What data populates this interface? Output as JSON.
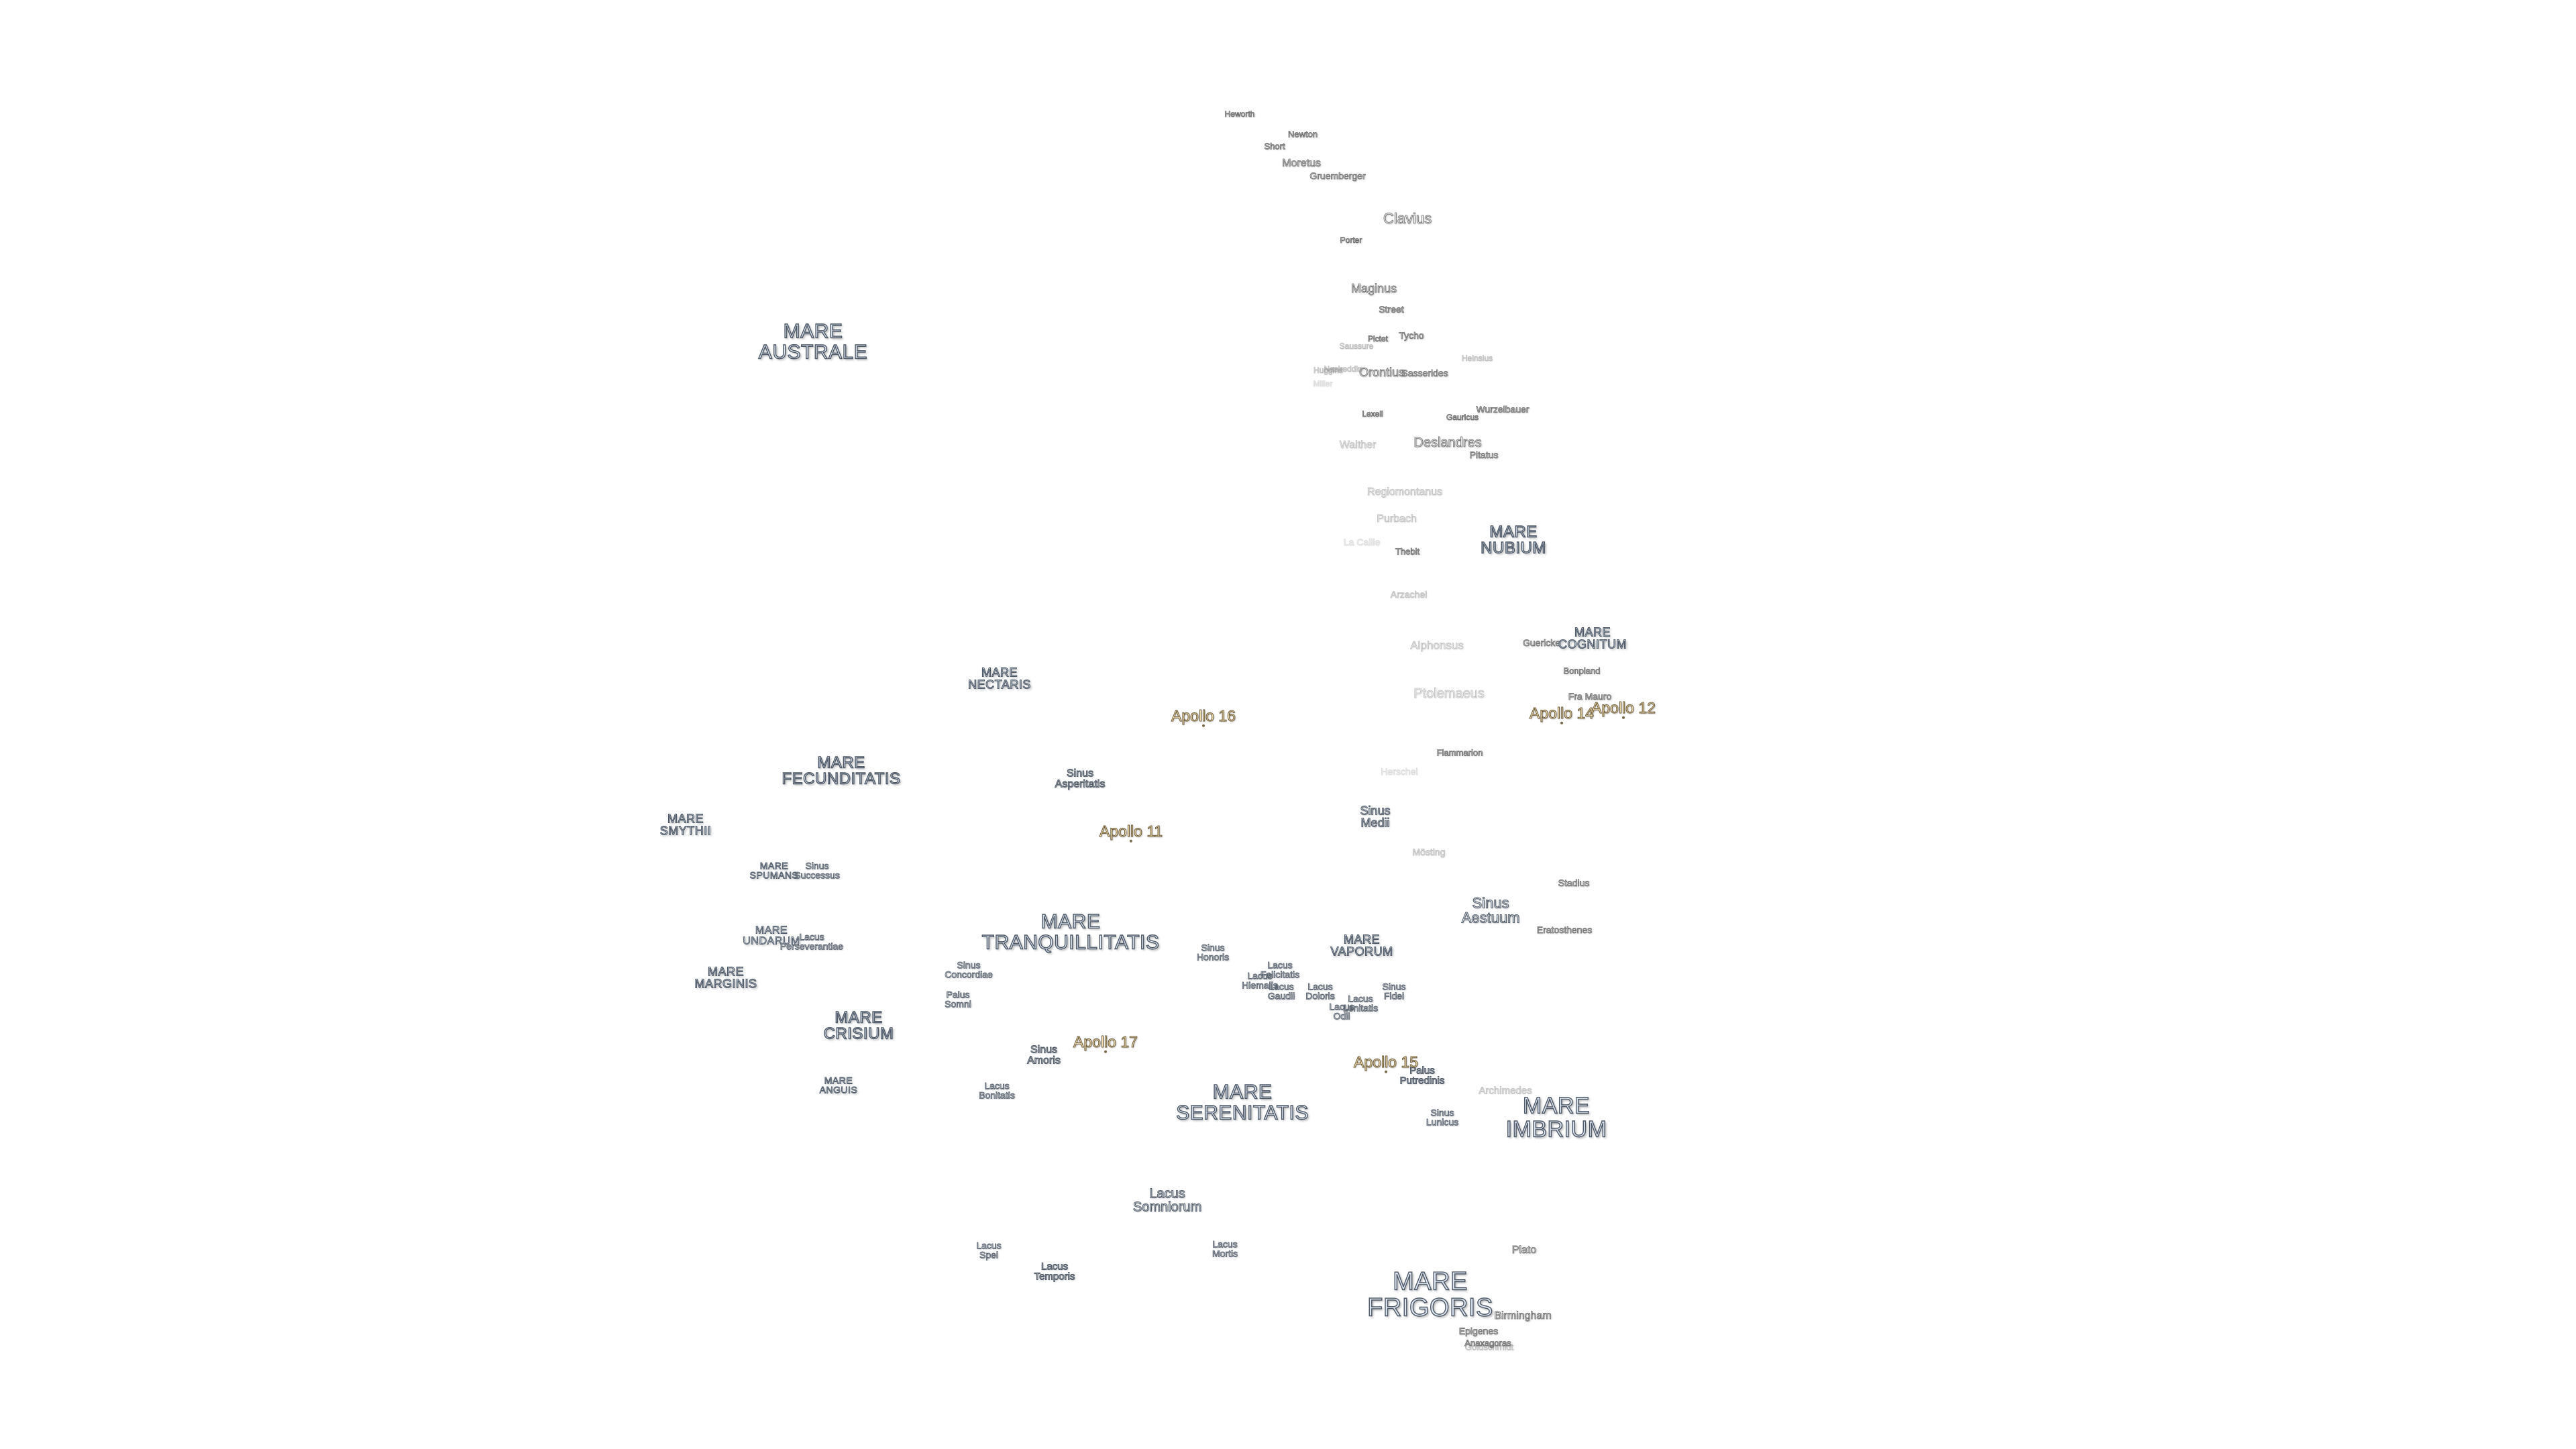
{
  "mare_labels": {
    "australe": [
      "MARE",
      "AUSTRALE"
    ],
    "nubium": [
      "MARE",
      "NUBIUM"
    ],
    "cognitum": [
      "MARE",
      "COGNITUM"
    ],
    "nectaris": [
      "MARE",
      "NECTARIS"
    ],
    "fecunditatis": [
      "MARE",
      "FECUNDITATIS"
    ],
    "smythii": [
      "MARE",
      "SMYTHII"
    ],
    "spumans": [
      "MARE",
      "SPUMANS"
    ],
    "undarum": [
      "MARE",
      "UNDARUM"
    ],
    "marginis": [
      "MARE",
      "MARGINIS"
    ],
    "crisium": [
      "MARE",
      "CRISIUM"
    ],
    "anguis": [
      "MARE",
      "ANGUIS"
    ],
    "tranquillitatis": [
      "MARE",
      "TRANQUILLITATIS"
    ],
    "vaporum": [
      "MARE",
      "VAPORUM"
    ],
    "serenitatis": [
      "MARE",
      "SERENITATIS"
    ],
    "imbrium": [
      "MARE",
      "IMBRIUM"
    ],
    "frigoris": [
      "MARE",
      "FRIGORIS"
    ]
  },
  "sinus_labels": {
    "asperitatis": [
      "Sinus",
      "Asperitatis"
    ],
    "medii": [
      "Sinus",
      "Medii"
    ],
    "aestuum": [
      "Sinus",
      "Aestuum"
    ],
    "successus": [
      "Sinus",
      "Successus"
    ],
    "concordiae": [
      "Sinus",
      "Concordiae"
    ],
    "somni": [
      "Palus",
      "Somni"
    ],
    "amoris": [
      "Sinus",
      "Amoris"
    ],
    "bonitatis": [
      "Lacus",
      "Bonitatis"
    ],
    "honoris": [
      "Sinus",
      "Honoris"
    ],
    "lacus_felicitatis": [
      "Lacus",
      "Felicitatis"
    ],
    "lacus_hiemalis": [
      "Lacus",
      "Hiemalis"
    ],
    "lacus_doloris": [
      "Lacus",
      "Doloris"
    ],
    "lacus_gaudii": [
      "Lacus",
      "Gaudii"
    ],
    "lacus_odii": [
      "Lacus",
      "Odii"
    ],
    "lacus_lenitatis": [
      "Lacus",
      "Lenitatis"
    ],
    "sinus_fidei": [
      "Sinus",
      "Fidei"
    ],
    "palus_putredinis": [
      "Palus",
      "Putredinis"
    ],
    "sinus_lunicus": [
      "Sinus",
      "Lunicus"
    ],
    "lacus_perseverantiae": [
      "Lacus",
      "Perseverantiae"
    ],
    "lacus_somniorum": [
      "Lacus",
      "Somniorum"
    ],
    "lacus_spei": [
      "Lacus",
      "Spei"
    ],
    "lacus_temporis": [
      "Lacus",
      "Temporis"
    ],
    "lacus_mortis": [
      "Lacus",
      "Mortis"
    ]
  },
  "crater_labels": {
    "hevelius": "Heworth",
    "newton": "Newton",
    "short": "Short",
    "moretus": "Moretus",
    "gruemberger": "Gruemberger",
    "clavius": "Clavius",
    "porter": "Porter",
    "maginus": "Maginus",
    "street": "Street",
    "tycho": "Tycho",
    "pictet": "Pictet",
    "saussure": "Saussure",
    "orontius": "Orontius",
    "sasserides": "Sasserides",
    "heinsius": "Heinsius",
    "huggins": "Huggins",
    "nasireddin": "Nasireddin",
    "miller": "Miller",
    "lexell": "Lexell",
    "gauricus": "Gauricus",
    "wurzelbauer": "Wurzelbauer",
    "walther": "Walther",
    "deslandres": "Deslandres",
    "pitatus": "Pitatus",
    "regiomontanus": "Regiomontanus",
    "purbach": "Purbach",
    "la_caille": "La Caille",
    "thebit": "Thebit",
    "arzachel": "Arzachel",
    "alphonsus": "Alphonsus",
    "guericke": "Guericke",
    "bonpland": "Bonpland",
    "fra_mauro": "Fra Mauro",
    "ptolemaeus": "Ptolemaeus",
    "flammarion": "Flammarion",
    "herschel": "Herschel",
    "mosting": "Mösting",
    "stadius": "Stadius",
    "eratosthenes": "Eratosthenes",
    "archimedes": "Archimedes",
    "plato": "Plato",
    "birmingham": "Birmingham",
    "epigenes": "Epigenes",
    "anaxagoras": "Anaxagoras",
    "goldschmidt": "Goldschmidt"
  },
  "apollo_labels": {
    "a16": "Apollo 16",
    "a14": "Apollo 14",
    "a12": "Apollo 12",
    "a11": "Apollo 11",
    "a17": "Apollo 17",
    "a15": "Apollo 15"
  }
}
